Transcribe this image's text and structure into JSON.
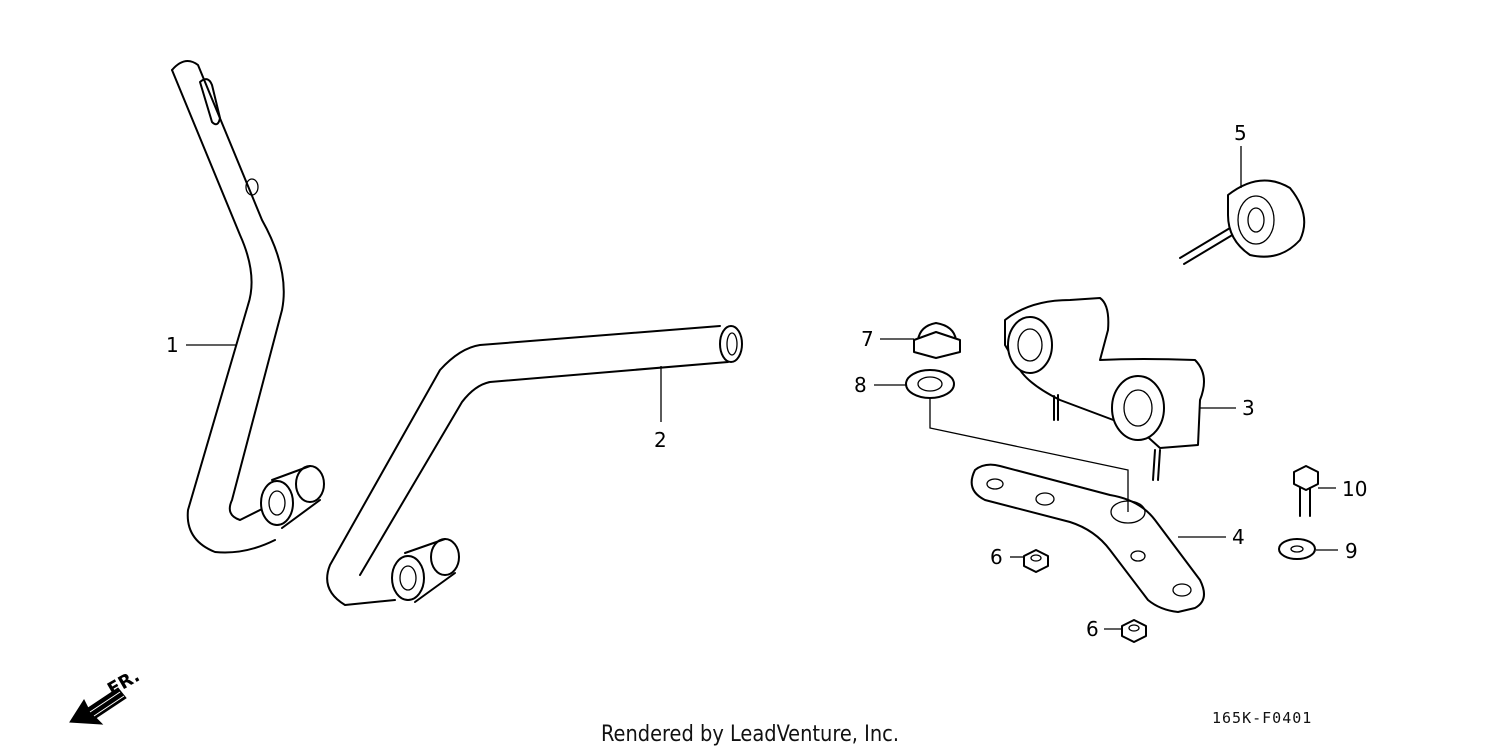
{
  "callouts": {
    "p1": "1",
    "p2": "2",
    "p3": "3",
    "p4": "4",
    "p5": "5",
    "p6a": "6",
    "p6b": "6",
    "p7": "7",
    "p8": "8",
    "p9": "9",
    "p10": "10"
  },
  "direction": {
    "label": "FR."
  },
  "footer": {
    "credit": "Rendered by LeadVenture, Inc.",
    "diagram_code": "165K-F0401"
  }
}
